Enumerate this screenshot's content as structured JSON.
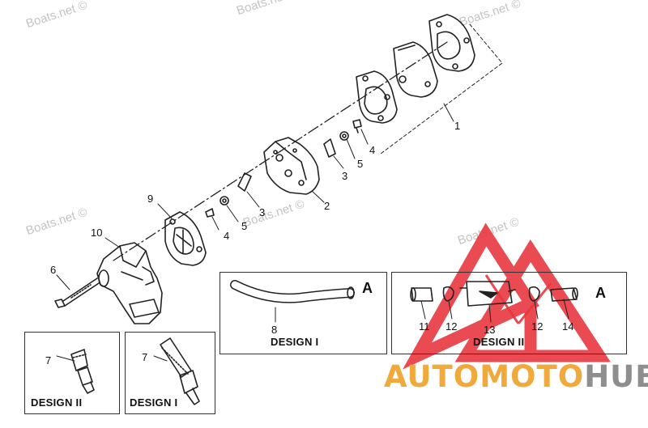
{
  "watermarks": [
    "Boats.net ©",
    "Boats.net ©",
    "Boats.net ©",
    "Boats.net ©",
    "Boats.net ©",
    "Boats.net ©"
  ],
  "callouts": {
    "n1": "1",
    "n2": "2",
    "n3a": "3",
    "n3b": "3",
    "n4a": "4",
    "n4b": "4",
    "n5a": "5",
    "n5b": "5",
    "n6": "6",
    "n7a": "7",
    "n7b": "7",
    "n8": "8",
    "n9": "9",
    "n10": "10",
    "n11": "11",
    "n12a": "12",
    "n12b": "12",
    "n13": "13",
    "n14": "14"
  },
  "boxes": {
    "hose_design_label": "DESIGN I",
    "filter_design_label": "DESIGN II",
    "fitting2_label": "DESIGN II",
    "fitting1_label": "DESIGN I",
    "ref_letter_1": "A",
    "ref_letter_2": "A"
  },
  "logo": {
    "part1": "AUTO",
    "part2": "MOTO",
    "part3": "HUB"
  },
  "colors": {
    "logo_red": "#e8373f",
    "logo_orange": "#f2a93b",
    "logo_gray": "#8e8e8e",
    "line": "#222222",
    "watermark": "#c4c4c4"
  }
}
